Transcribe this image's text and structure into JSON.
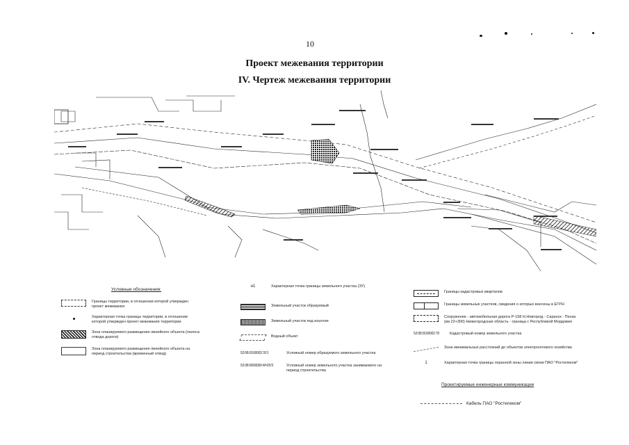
{
  "page_number": "10",
  "title_main": "Проект межевания территории",
  "title_sub": "IV. Чертеж межевания территории",
  "legend": {
    "heading": "Условные обозначения:",
    "col1": [
      {
        "text": "Границы территории, в отношении которой утвержден проект межевания",
        "symbol": "dash-box"
      },
      {
        "text": "Характерная точка границы территории, в отношении которой утвержден проект межевания территории",
        "symbol": "dot"
      },
      {
        "text": "Зона планируемого размещения линейного объекта (полоса отвода дороги)",
        "symbol": "hatch-box"
      },
      {
        "text": "Зона планируемого размещения линейного объекта на период строительства (временный отвод)",
        "symbol": "thin-box"
      }
    ],
    "col2": [
      {
        "text": "Характерная точка границы земельного участка (ЗУ)",
        "symbol": "label-small",
        "label": "н1"
      },
      {
        "text": "Земельный участок образуемый",
        "symbol": "dense-box"
      },
      {
        "text": "Земельный участок под изъятие",
        "symbol": "grid-box"
      },
      {
        "text": "Водный объект",
        "symbol": "water"
      },
      {
        "text": "Условный номер образуемого земельного участка",
        "label": "52:08:0100002:ЗУ1"
      },
      {
        "text": "Условный номер земельного участка занимаемого на период строительства",
        "label": "52:08:0000000:4/ЧЗУ2"
      }
    ],
    "col3": [
      {
        "text": "Границы кадастровых кварталов",
        "symbol": "kk-box"
      },
      {
        "text": "Границы земельных участков, сведения о которых внесены в ЕГРН",
        "symbol": "egrn-box"
      },
      {
        "text": "Сооружение - автомобильная дорога Р-158 Н.Новгород - Саранск - Пенза (км 22+300) Нижегородская область - граница с Республикой Мордовия",
        "symbol": "road-box"
      },
      {
        "text": "Кадастровый номер земельного участка",
        "label": "52:08:0100002:70"
      },
      {
        "text": "Зона минимальных расстояний до объектов электросетевого хозяйства",
        "symbol": "dash-line"
      },
      {
        "text": "Характерная точка границы охранной зоны линии связи ПАО \"Ростелеком\"",
        "symbol": "label-small",
        "label": "1"
      }
    ],
    "projected_heading": "Проектируемые инженерные коммуникации",
    "projected_item": "Кабель ПАО \"Ростелеком\""
  },
  "colors": {
    "ink": "#111111",
    "paper": "#ffffff",
    "gray": "#555555"
  }
}
